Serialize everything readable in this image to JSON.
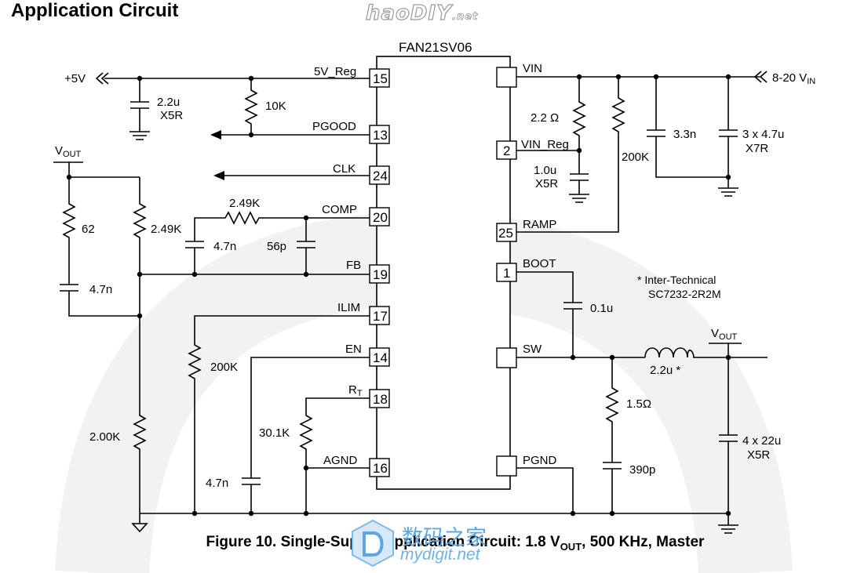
{
  "title": "Application Circuit",
  "watermark_top": {
    "main": "haoDIY",
    "suffix": ".net"
  },
  "chip": {
    "name": "FAN21SV06",
    "left_pins": [
      {
        "num": "15",
        "label": "5V_Reg"
      },
      {
        "num": "13",
        "label": "PGOOD"
      },
      {
        "num": "24",
        "label": "CLK"
      },
      {
        "num": "20",
        "label": "COMP"
      },
      {
        "num": "19",
        "label": "FB"
      },
      {
        "num": "17",
        "label": "ILIM"
      },
      {
        "num": "14",
        "label": "EN"
      },
      {
        "num": "18",
        "label": "R",
        "label_sub": "T"
      },
      {
        "num": "16",
        "label": "AGND"
      }
    ],
    "right_pins": [
      {
        "num": "",
        "label": "VIN"
      },
      {
        "num": "2",
        "label": "VIN_Reg"
      },
      {
        "num": "25",
        "label": "RAMP"
      },
      {
        "num": "1",
        "label": "BOOT"
      },
      {
        "num": "",
        "label": "SW"
      },
      {
        "num": "",
        "label": "PGND"
      }
    ]
  },
  "rails": {
    "plus5v": "+5V",
    "vin_main": "8-20 V",
    "vin_sub": "IN",
    "vout_main": "V",
    "vout_sub": "OUT"
  },
  "components": {
    "c_5v": "2.2u",
    "c_5v_type": "X5R",
    "r_pgood": "10K",
    "r_62": "62",
    "r_249_fb": "2.49K",
    "r_249_comp": "2.49K",
    "c_comp": "4.7n",
    "c_56p": "56p",
    "c_47n_ff": "4.7n",
    "r_ilim": "200K",
    "r_bottom": "2.00K",
    "r_rt": "30.1K",
    "c_en": "4.7n",
    "r_vin": "2.2 Ω",
    "c_vinreg": "1.0u",
    "c_vinreg_type": "X5R",
    "r_ramp": "200K",
    "c_33n": "3.3n",
    "c_in": "3 x 4.7u",
    "c_in_type": "X7R",
    "c_boot": "0.1u",
    "l_out": "2.2u *",
    "r_snub": "1.5Ω",
    "c_snub": "390p",
    "c_out": "4 x 22u",
    "c_out_type": "X5R"
  },
  "note": {
    "line1": "*  Inter-Technical",
    "line2": "SC7232-2R2M"
  },
  "caption": {
    "prefix": "Figure 10. Single-Supply Application Circuit: 1.8 V",
    "sub": "OUT",
    "suffix": ", 500 KHz, Master"
  },
  "watermark_bottom": {
    "cn": "数码之家",
    "url": "mydigit.net"
  },
  "colors": {
    "background": "#ffffff",
    "ink": "#000000",
    "watermark": "#5da6e0",
    "background_arc": "#f3f3f3"
  }
}
